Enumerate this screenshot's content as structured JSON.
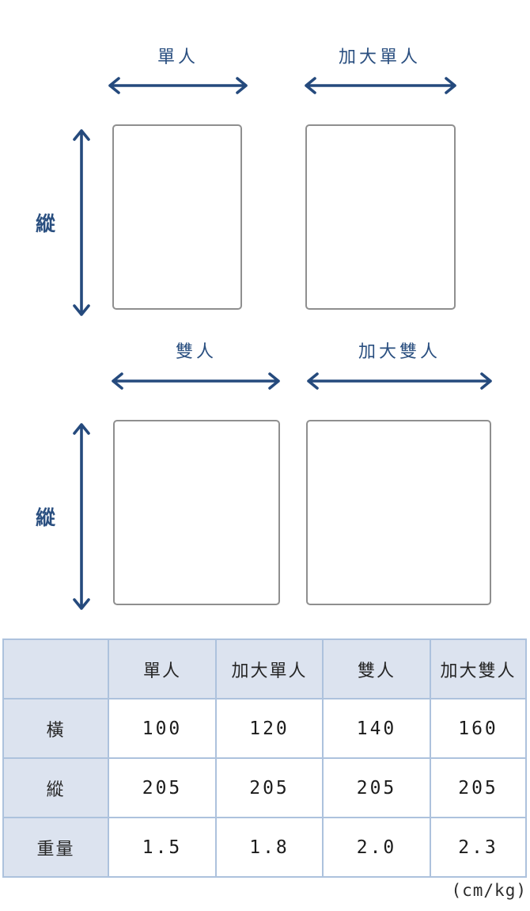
{
  "colors": {
    "accent_navy": "#254a7d",
    "rect_border": "#8f8f8f",
    "table_border": "#adc2dd",
    "table_header_bg": "#dce3ef"
  },
  "diagram": {
    "row1": {
      "side_label": "縱",
      "items": [
        {
          "label": "單人"
        },
        {
          "label": "加大單人"
        }
      ]
    },
    "row2": {
      "side_label": "縱",
      "items": [
        {
          "label": "雙人"
        },
        {
          "label": "加大雙人"
        }
      ]
    }
  },
  "table": {
    "col_headers": [
      "單人",
      "加大單人",
      "雙人",
      "加大雙人"
    ],
    "rows": [
      {
        "header": "橫",
        "values": [
          "100",
          "120",
          "140",
          "160"
        ]
      },
      {
        "header": "縱",
        "values": [
          "205",
          "205",
          "205",
          "205"
        ]
      },
      {
        "header": "重量",
        "values": [
          "1.5",
          "1.8",
          "2.0",
          "2.3"
        ]
      }
    ]
  },
  "meta": {
    "unit_note": "(cm/kg)"
  }
}
